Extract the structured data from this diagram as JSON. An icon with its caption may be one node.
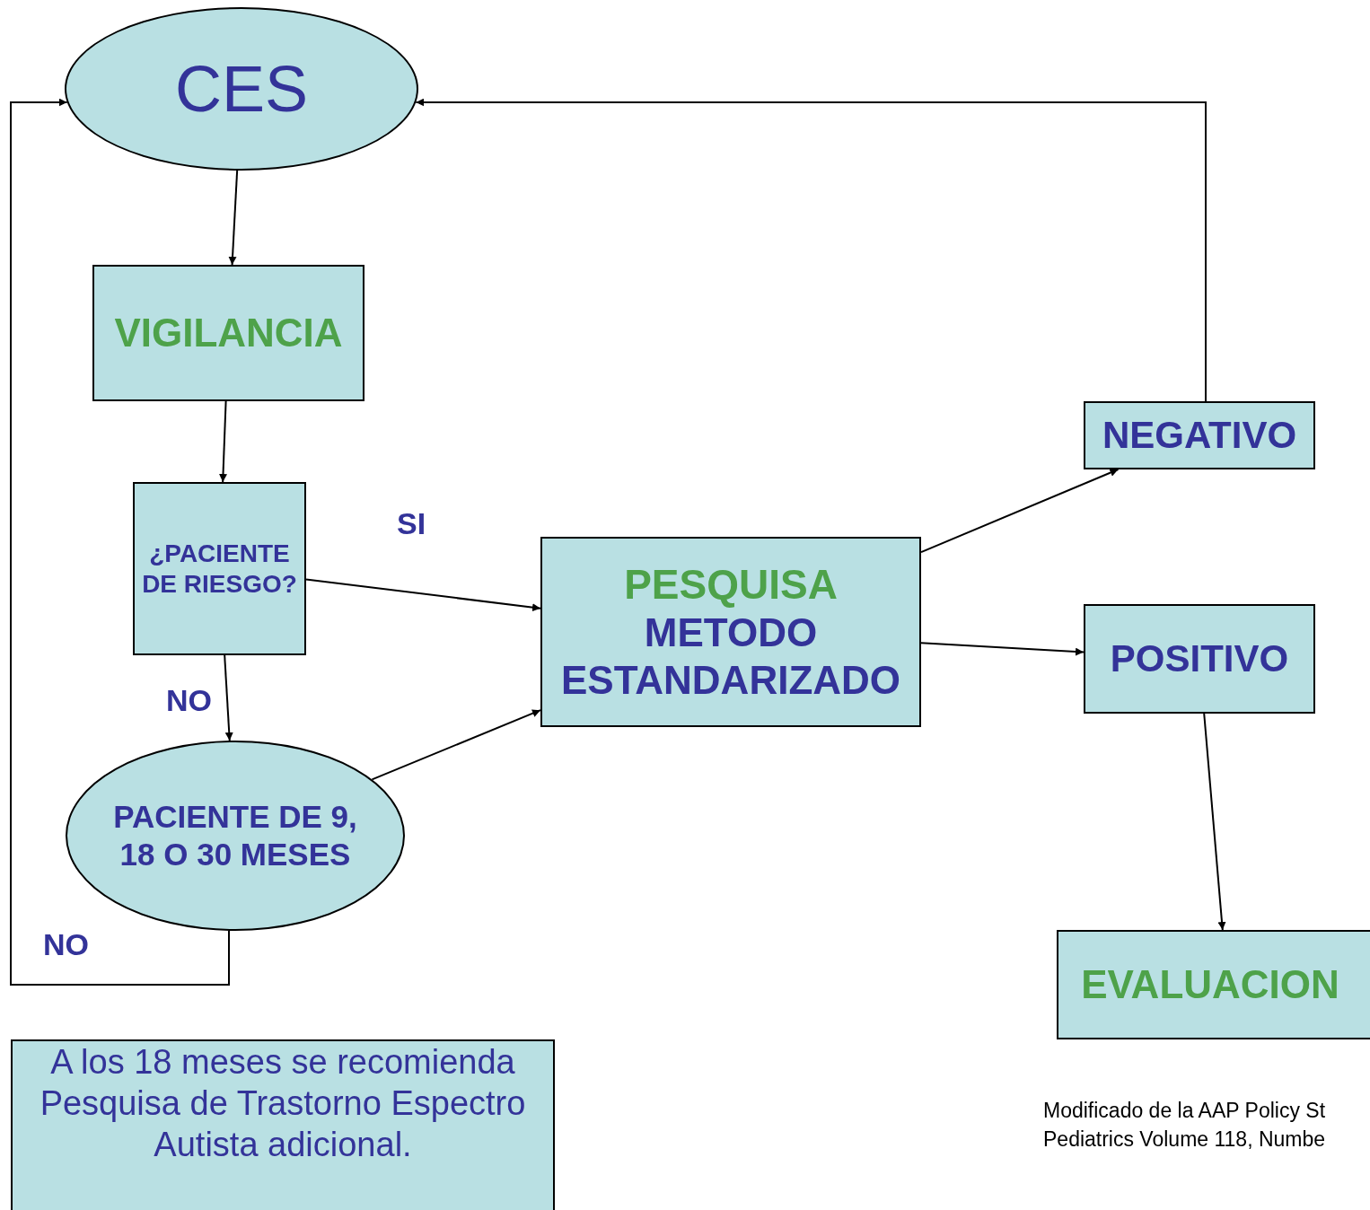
{
  "diagram": {
    "nodes": [
      {
        "text": [
          "CES"
        ]
      },
      {
        "text": [
          "VIGILANCIA"
        ]
      },
      {
        "text": [
          "¿PACIENTE DE RIESGO?"
        ]
      },
      {
        "text": [
          "PACIENTE DE 9, 18 O 30 MESES"
        ]
      },
      {
        "text": [
          "PESQUISA",
          "METODO ESTANDARIZADO"
        ]
      },
      {
        "text": [
          "NEGATIVO"
        ]
      },
      {
        "text": [
          "POSITIVO"
        ]
      },
      {
        "text": [
          "EVALUACION"
        ]
      },
      {
        "text": [
          "A los 18 meses se recomienda Pesquisa de Trastorno Espectro Autista adicional."
        ]
      }
    ],
    "edges": [
      {
        "from": 0,
        "to": 1,
        "arrow": "to"
      },
      {
        "from": 1,
        "to": 2,
        "arrow": "to"
      },
      {
        "from": 2,
        "to": 4,
        "label": "SI",
        "arrow": "to"
      },
      {
        "from": 2,
        "to": 3,
        "label": "NO",
        "arrow": "to"
      },
      {
        "from": 3,
        "to": 4,
        "arrow": "to"
      },
      {
        "from": 3,
        "to": 0,
        "label": "NO",
        "arrow": "to"
      },
      {
        "from": 4,
        "to": 5,
        "arrow": "to"
      },
      {
        "from": 4,
        "to": 6,
        "arrow": "to"
      },
      {
        "from": 5,
        "to": 0,
        "arrow": "to"
      },
      {
        "from": 6,
        "to": 7,
        "arrow": "to"
      }
    ],
    "labels": [
      "Modificado de la AAP Policy St",
      "Pediatrics Volume 118, Numbe"
    ]
  }
}
